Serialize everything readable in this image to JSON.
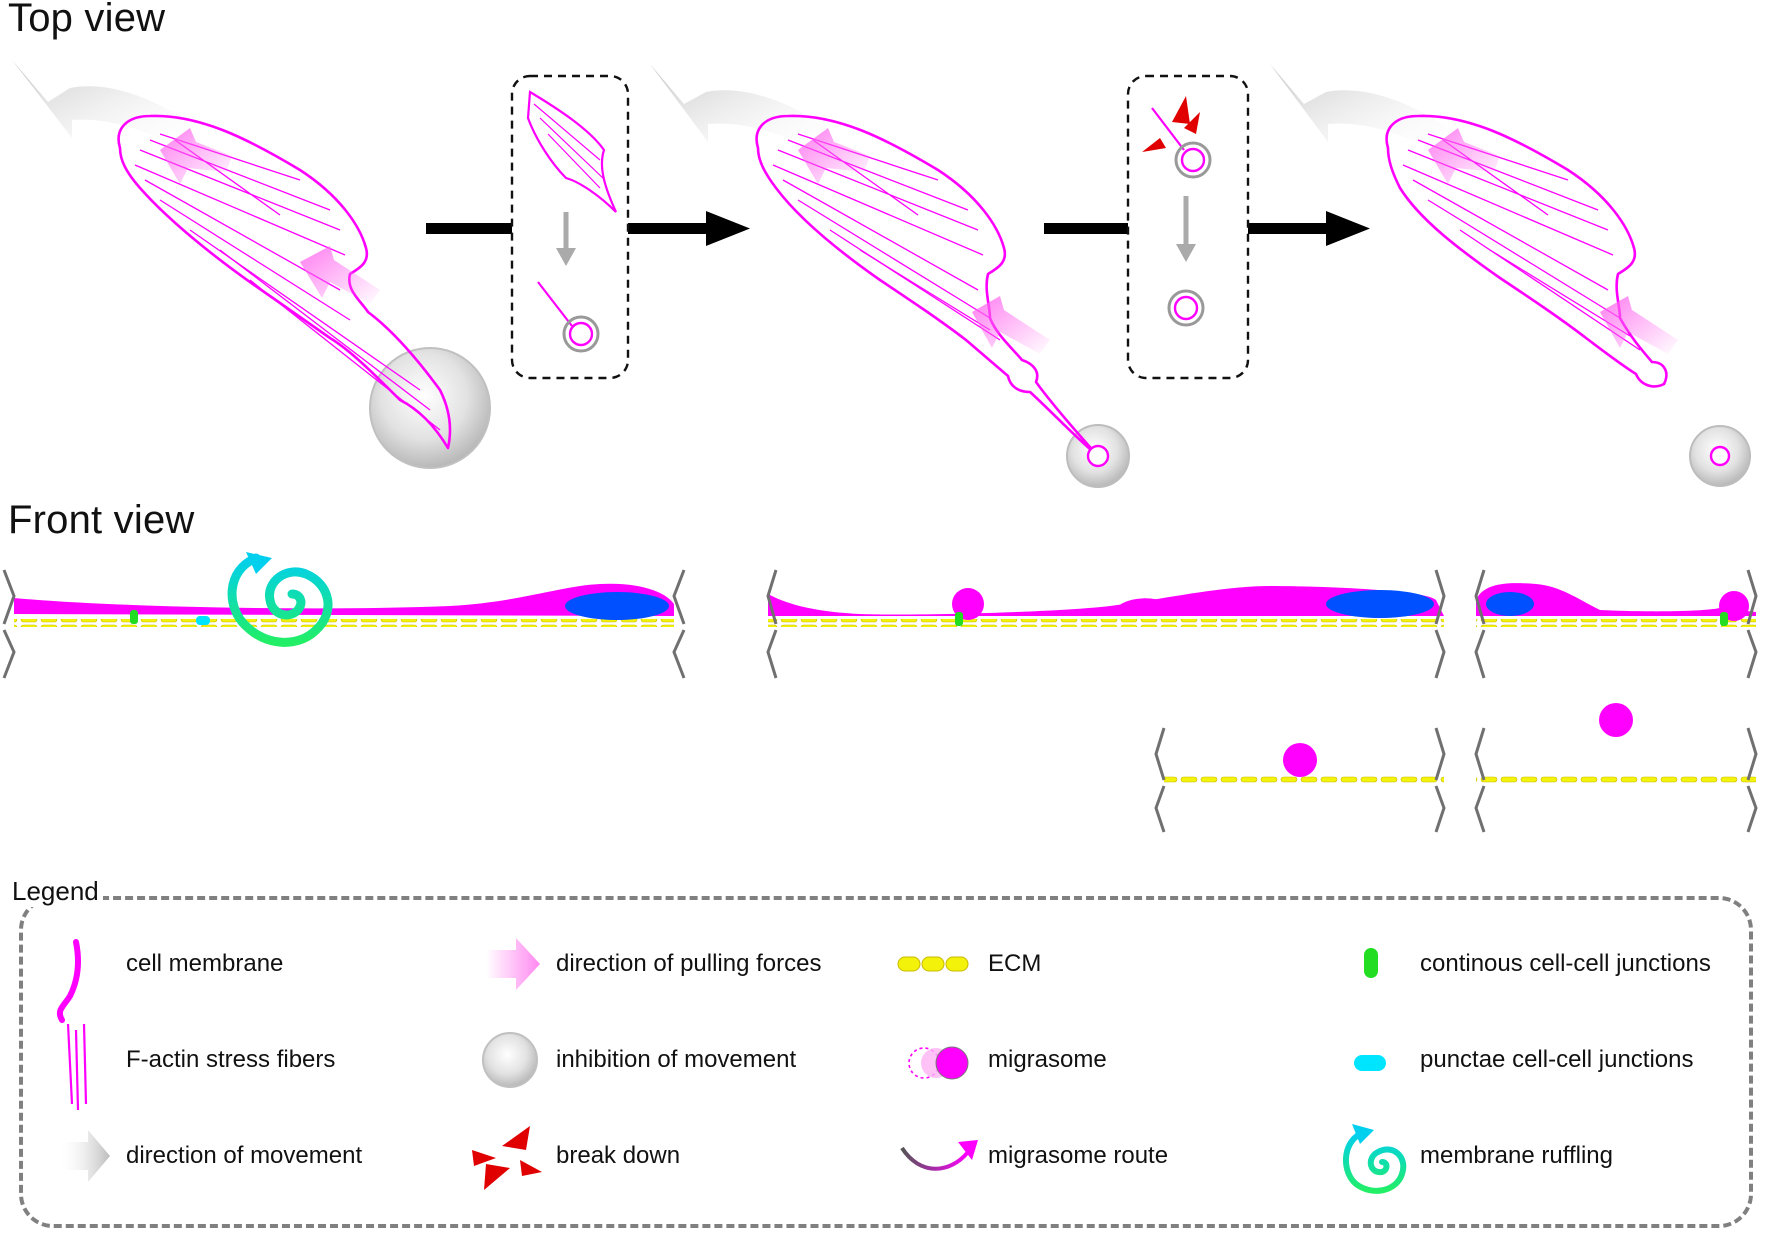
{
  "titles": {
    "top_view": "Top view",
    "front_view": "Front view"
  },
  "legend": {
    "title": "Legend",
    "items": [
      {
        "icon": "cell-membrane-icon",
        "label": "cell membrane"
      },
      {
        "icon": "pulling-force-arrow-icon",
        "label": "direction of pulling forces"
      },
      {
        "icon": "ecm-icon",
        "label": "ECM"
      },
      {
        "icon": "continuous-junction-icon",
        "label": "continous cell-cell junctions"
      },
      {
        "icon": "stress-fibers-icon",
        "label": "F-actin stress fibers"
      },
      {
        "icon": "inhibition-sphere-icon",
        "label": "inhibition of movement"
      },
      {
        "icon": "migrasome-icon",
        "label": "migrasome"
      },
      {
        "icon": "punctae-junction-icon",
        "label": "punctae cell-cell junctions"
      },
      {
        "icon": "movement-arrow-icon",
        "label": "direction of movement"
      },
      {
        "icon": "break-down-icon",
        "label": "break down"
      },
      {
        "icon": "migrasome-route-icon",
        "label": "migrasome route"
      },
      {
        "icon": "membrane-ruffling-icon",
        "label": "membrane ruffling"
      }
    ]
  },
  "colors": {
    "membrane": "#ff00ff",
    "nucleus": "#0050ff",
    "ecm": "#f2f20a",
    "continuous_junction": "#22dd22",
    "punctae_junction": "#00e5ff",
    "break_down": "#e00000",
    "movement_arrow": "#cfcfcf",
    "process_arrow": "#000000"
  }
}
